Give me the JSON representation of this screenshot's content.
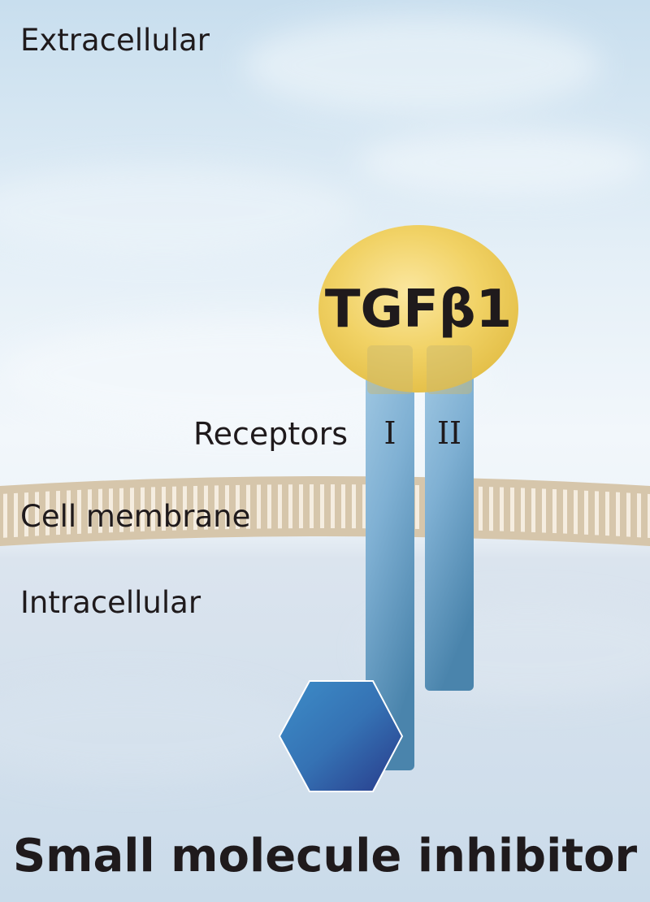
{
  "labels": {
    "extracellular": "Extracellular",
    "receptors": "Receptors",
    "receptor_1": "I",
    "receptor_2": "II",
    "cell_membrane": "Cell membrane",
    "intracellular": "Intracellular",
    "ligand": "TGFβ1",
    "inhibitor": "Small molecule inhibitor"
  },
  "colors": {
    "background_top": "#c9dfef",
    "background_mid": "#f3f8fc",
    "background_bottom": "#cddbea",
    "membrane": "#d8c8ad",
    "membrane_stripe": "#f7efe0",
    "ligand": "#f0d168",
    "receptor_light": "#8fbcda",
    "receptor_dark": "#4b86ad",
    "inhibitor_light": "#3a86c2",
    "inhibitor_dark": "#2a3f8f",
    "text": "#1f1a1c"
  }
}
